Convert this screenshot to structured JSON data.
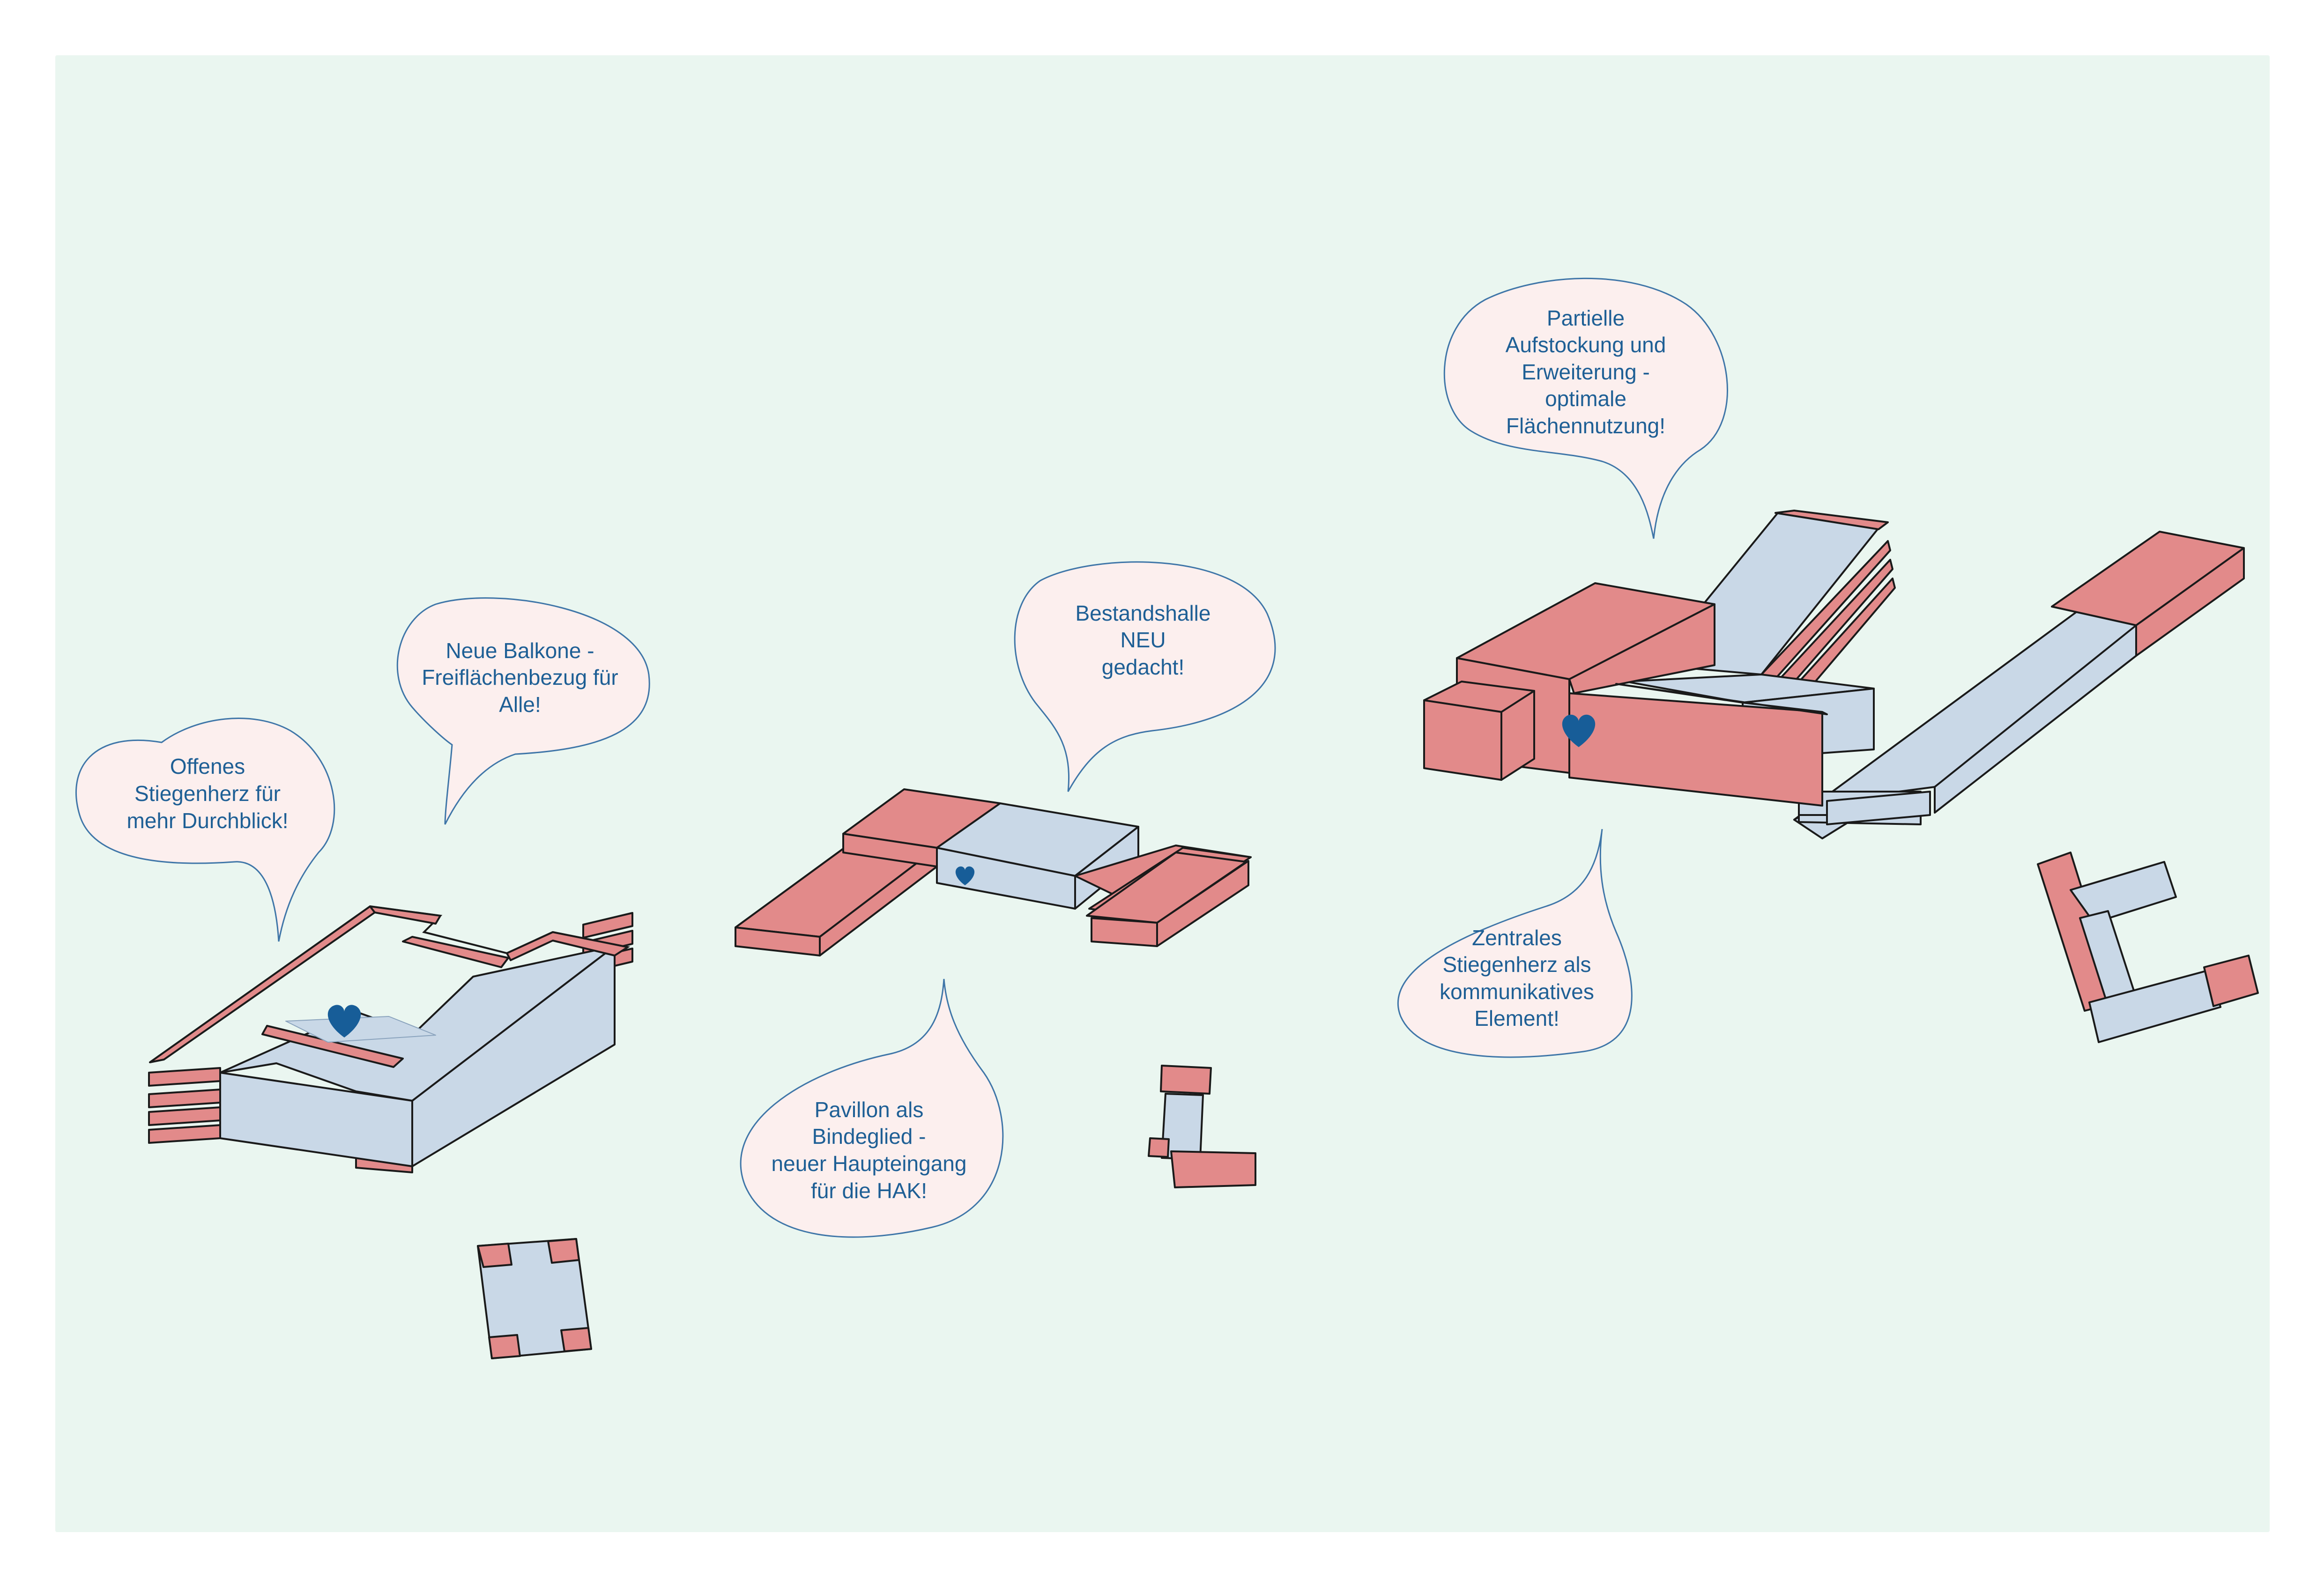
{
  "colors": {
    "background": "#ffffff",
    "panel": "#eaf6f0",
    "red": "#e28a8a",
    "blue": "#c9d8e7",
    "outline": "#1a1a1a",
    "bubble_fill": "#fcefee",
    "bubble_stroke": "#3f76a8",
    "text": "#1e5f95",
    "heart": "#175d98"
  },
  "icons": [
    "heart-icon"
  ],
  "callouts": [
    {
      "id": "offenes",
      "lines": [
        "Offenes",
        "Stiegenherz für",
        "mehr Durchblick!"
      ]
    },
    {
      "id": "balkone",
      "lines": [
        "Neue Balkone -",
        "Freiflächenbezug für",
        "Alle!"
      ]
    },
    {
      "id": "bestandshalle",
      "lines": [
        "Bestandshalle",
        "NEU",
        "gedacht!"
      ]
    },
    {
      "id": "pavillon",
      "lines": [
        "Pavillon als",
        "Bindeglied -",
        "neuer Haupteingang",
        "für die HAK!"
      ]
    },
    {
      "id": "aufstockung",
      "lines": [
        "Partielle",
        "Aufstockung und",
        "Erweiterung -",
        "optimale",
        "Flächennutzung!"
      ]
    },
    {
      "id": "zentrales",
      "lines": [
        "Zentrales",
        "Stiegenherz als",
        "kommunikatives",
        "Element!"
      ]
    }
  ]
}
